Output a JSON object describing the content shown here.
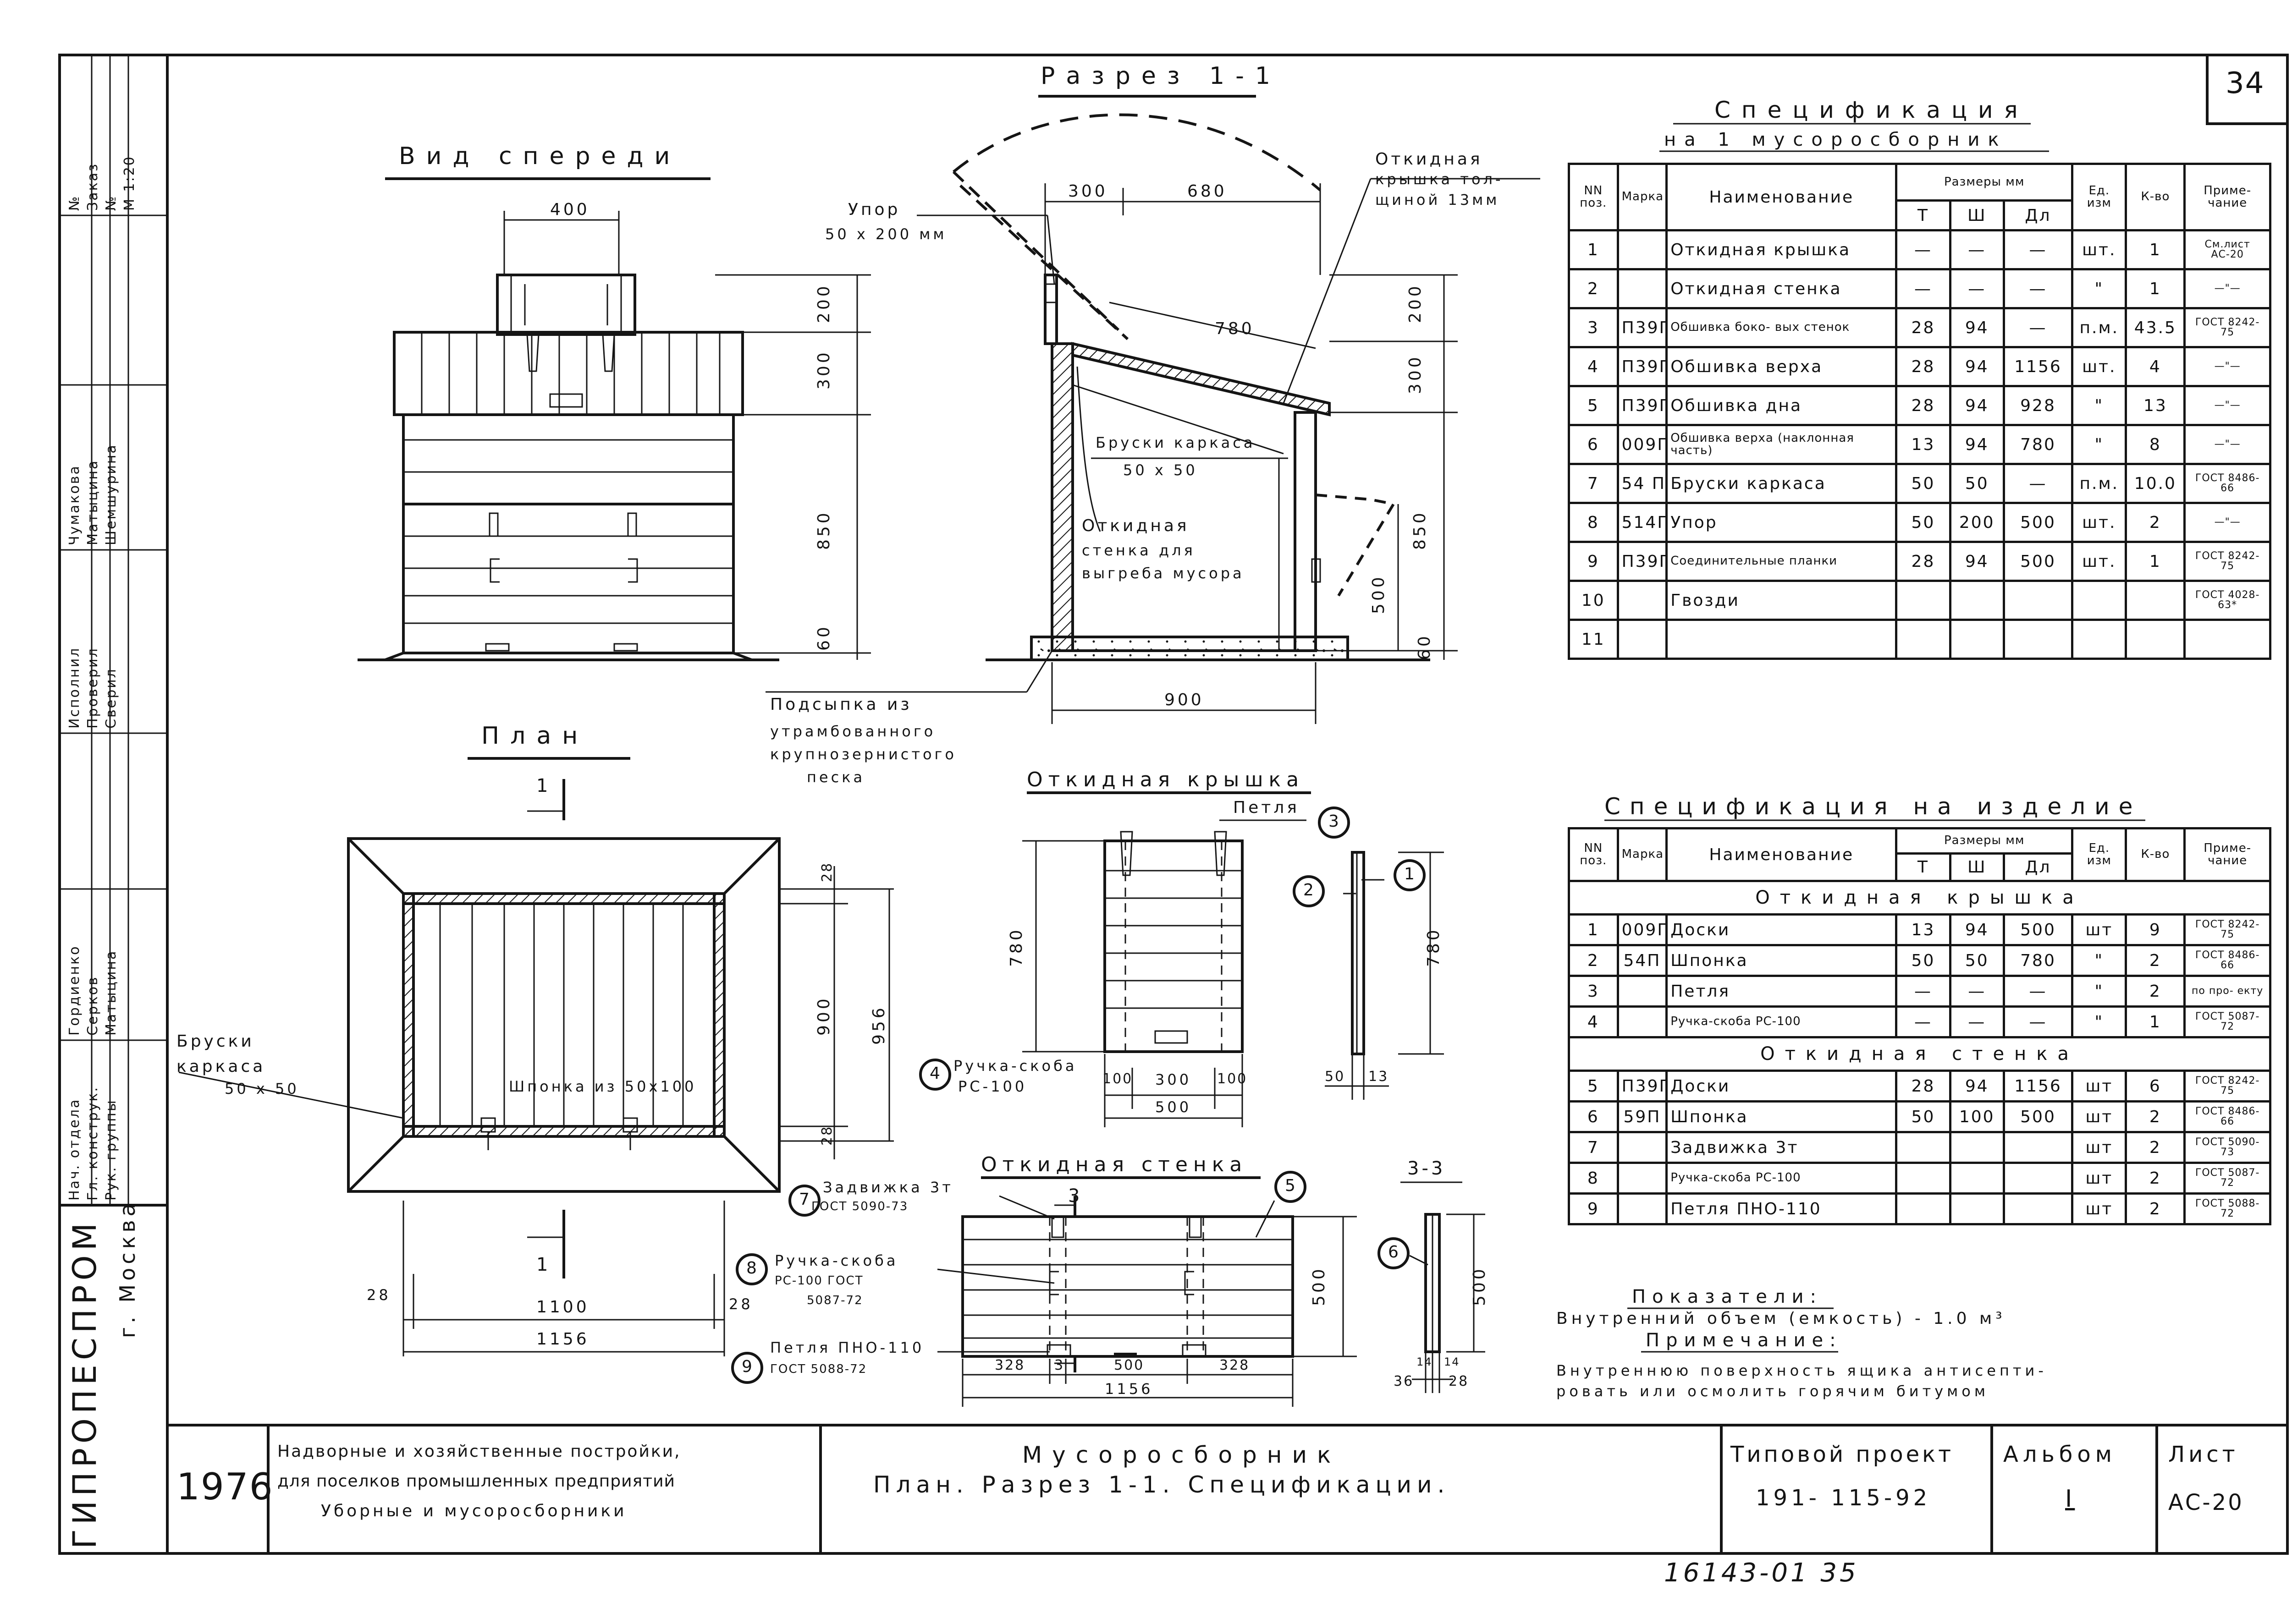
{
  "sheet_number": "34",
  "views": {
    "front": {
      "title": "Вид спереди",
      "dims": [
        "400",
        "200",
        "300",
        "850",
        "60"
      ]
    },
    "section": {
      "title": "Разрез 1-1",
      "top_dims": [
        "300",
        "680"
      ],
      "side_dims": [
        "200",
        "300",
        "850",
        "60"
      ],
      "diag_dim": "780",
      "inner_dim": "500",
      "bottom_dim": "900",
      "notes": {
        "stop": [
          "Упор",
          "50 х 200 мм"
        ],
        "lid": [
          "Откидная",
          "крышка тол-",
          "щиной 13мм"
        ],
        "frame_bars": [
          "Бруски каркаса",
          "50 х 50"
        ],
        "wall": [
          "Откидная",
          "стенка для",
          "выгреба мусора"
        ],
        "fill": [
          "Подсыпка из",
          "утрамбованного",
          "крупнозернистого",
          "песка"
        ]
      }
    },
    "plan": {
      "title": "План",
      "cut_mark": "1",
      "frame_bars": [
        "Бруски",
        "каркаса",
        "50 х 50"
      ],
      "key": "Шпонка из 50х100",
      "dims_right": [
        "28",
        "900",
        "956",
        "28"
      ],
      "dims_bottom": [
        "28",
        "1100",
        "28",
        "1156"
      ]
    },
    "lid": {
      "title": "Откидная крышка",
      "hinge": "Петля",
      "hinge_ref": "3",
      "handle": [
        "Ручка-скоба",
        "РС-100"
      ],
      "handle_ref": "4",
      "dims": [
        "780",
        "100",
        "300",
        "100",
        "500"
      ],
      "side_refs": [
        "2",
        "1"
      ],
      "side_dims": [
        "780",
        "50",
        "13"
      ]
    },
    "wall": {
      "title": "Откидная стенка",
      "refs": [
        "7",
        "5",
        "8",
        "9",
        "6"
      ],
      "latch": [
        "Задвижка 3т",
        "ГОСТ 5090-73"
      ],
      "handle": [
        "Ручка-скоба",
        "РС-100 ГОСТ",
        "5087-72"
      ],
      "hinge": [
        "Петля ПНО-110",
        "ГОСТ 5088-72"
      ],
      "cut_mark": "3",
      "dims": [
        "328",
        "3",
        "500",
        "328",
        "1156",
        "500"
      ],
      "section_title": "3-3",
      "section_dims": [
        "500",
        "14",
        "14",
        "36",
        "28"
      ]
    }
  },
  "spec1": {
    "title": "Спецификация",
    "subtitle": "на 1 мусоросборник",
    "headers": {
      "num": "NN поз.",
      "mark": "Марка",
      "name": "Наименование",
      "sizes": "Размеры мм",
      "t": "Т",
      "w": "Ш",
      "l": "Дл",
      "unit": "Ед. изм",
      "qty": "К-во",
      "note": "Приме- чание"
    },
    "rows": [
      [
        "1",
        "",
        "Откидная крышка",
        "—",
        "—",
        "—",
        "шт.",
        "1",
        "См.лист АС-20"
      ],
      [
        "2",
        "",
        "Откидная стенка",
        "—",
        "—",
        "—",
        "\"",
        "1",
        "—\"—"
      ],
      [
        "3",
        "П39П",
        "Обшивка боко- вых стенок",
        "28",
        "94",
        "—",
        "п.м.",
        "43.5",
        "ГОСТ 8242-75"
      ],
      [
        "4",
        "П39П",
        "Обшивка верха",
        "28",
        "94",
        "1156",
        "шт.",
        "4",
        "—\"—"
      ],
      [
        "5",
        "П39П",
        "Обшивка дна",
        "28",
        "94",
        "928",
        "\"",
        "13",
        "—\"—"
      ],
      [
        "6",
        "009П",
        "Обшивка верха (наклонная часть)",
        "13",
        "94",
        "780",
        "\"",
        "8",
        "—\"—"
      ],
      [
        "7",
        "54 П",
        "Бруски каркаса",
        "50",
        "50",
        "—",
        "п.м.",
        "10.0",
        "ГОСТ 8486-66"
      ],
      [
        "8",
        "514П",
        "Упор",
        "50",
        "200",
        "500",
        "шт.",
        "2",
        "—\"—"
      ],
      [
        "9",
        "П39П",
        "Соединительные планки",
        "28",
        "94",
        "500",
        "шт.",
        "1",
        "ГОСТ 8242-75"
      ],
      [
        "10",
        "",
        "Гвозди",
        "",
        "",
        "",
        "",
        "",
        "ГОСТ 4028-63*"
      ],
      [
        "11",
        "",
        "",
        "",
        "",
        "",
        "",
        "",
        ""
      ]
    ]
  },
  "spec2": {
    "title": "Спецификация на изделие",
    "groups": [
      {
        "name": "Откидная крышка",
        "rows": [
          [
            "1",
            "009П",
            "Доски",
            "13",
            "94",
            "500",
            "шт",
            "9",
            "ГОСТ 8242-75"
          ],
          [
            "2",
            "54П",
            "Шпонка",
            "50",
            "50",
            "780",
            "\"",
            "2",
            "ГОСТ 8486-66"
          ],
          [
            "3",
            "",
            "Петля",
            "—",
            "—",
            "—",
            "\"",
            "2",
            "по про- екту"
          ],
          [
            "4",
            "",
            "Ручка-скоба РС-100",
            "—",
            "—",
            "—",
            "\"",
            "1",
            "ГОСТ 5087-72"
          ]
        ]
      },
      {
        "name": "Откидная стенка",
        "rows": [
          [
            "5",
            "П39П",
            "Доски",
            "28",
            "94",
            "1156",
            "шт",
            "6",
            "ГОСТ 8242-75"
          ],
          [
            "6",
            "59П",
            "Шпонка",
            "50",
            "100",
            "500",
            "шт",
            "2",
            "ГОСТ 8486-66"
          ],
          [
            "7",
            "",
            "Задвижка 3т",
            "",
            "",
            "",
            "шт",
            "2",
            "ГОСТ 5090-73"
          ],
          [
            "8",
            "",
            "Ручка-скоба РС-100",
            "",
            "",
            "",
            "шт",
            "2",
            "ГОСТ 5087-72"
          ],
          [
            "9",
            "",
            "Петля ПНО-110",
            "",
            "",
            "",
            "шт",
            "2",
            "ГОСТ 5088-72"
          ]
        ]
      }
    ]
  },
  "indicators": {
    "title": "Показатели:",
    "volume": "Внутренний объем (емкость)  -  1.0 м³"
  },
  "note": {
    "title": "Примечание:",
    "lines": [
      "Внутреннюю поверхность ящика антисепти-",
      "ровать или осмолить горячим битумом"
    ]
  },
  "title_block": {
    "org": "ГИПРОПЕСПРОМ",
    "city": "г. Москва",
    "year": "1976",
    "series": [
      "Надворные и хозяйственные постройки,",
      "для поселков промышленных предприятий",
      "Уборные и мусоросборники"
    ],
    "drawing": [
      "Мусоросборник",
      "План. Разрез 1-1. Спецификации."
    ],
    "project_label": "Типовой проект",
    "project_num": "191- 115-92",
    "album_label": "Альбом",
    "album_num": "I",
    "sheet_label": "Лист",
    "sheet_num": "АС-20"
  },
  "stamp": {
    "roles": [
      "Нач. отдела",
      "Гл. конструк.",
      "Рук. группы",
      "Исполнил",
      "Проверил",
      "Сверил"
    ],
    "names": [
      "Гордиенко",
      "Серков",
      "Матыцина",
      "Чумакова",
      "Матыцина",
      "Шемшурина"
    ],
    "right": [
      "№",
      "Заказ",
      "№",
      "М 1:20"
    ]
  },
  "footer": "16143-01   35"
}
